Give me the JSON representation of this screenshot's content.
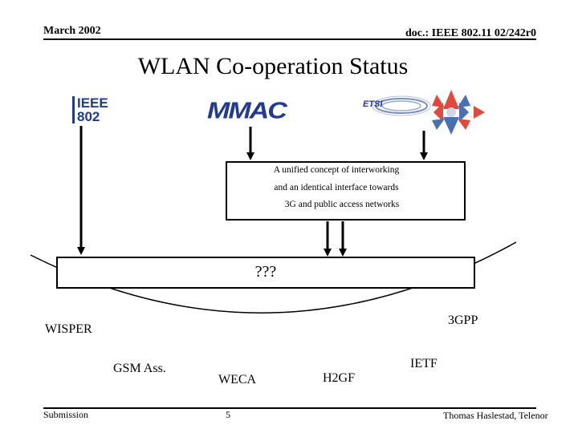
{
  "header": {
    "date": "March 2002",
    "doc_id": "doc.: IEEE 802.11 02/242r0"
  },
  "title": "WLAN Co-operation Status",
  "logos": {
    "ieee_line1": "IEEE",
    "ieee_line2": "802",
    "mmac": "MMAC",
    "etsi": "ETSI"
  },
  "unified_box": {
    "line1": "A unified concept of interworking",
    "line2": "and an identical interface towards",
    "line3": "3G and public access networks"
  },
  "unknown_box": "???",
  "labels": {
    "wisper": "WISPER",
    "threegpp": "3GPP",
    "gsm": "GSM Ass.",
    "weca": "WECA",
    "h2gf": "H2GF",
    "ietf": "IETF"
  },
  "footer": {
    "submission": "Submission",
    "page": "5",
    "author": "Thomas Haslestad, Telenor"
  },
  "colors": {
    "ieee_blue": "#1f3d8a",
    "mmac_blue": "#223a8f",
    "star_red": "#e04a3c",
    "star_blue": "#4a6fb5"
  }
}
